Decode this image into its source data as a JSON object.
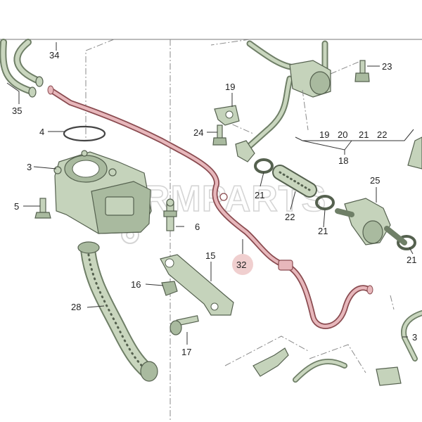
{
  "watermark": "RMPARTS",
  "highlight_color": "#f0cfcf",
  "labels": {
    "l34": "34",
    "l35": "35",
    "l4": "4",
    "l3": "3",
    "l5": "5",
    "l19a": "19",
    "l24": "24",
    "l23": "23",
    "l19b": "19",
    "l20": "20",
    "l21a": "21",
    "l22a": "22",
    "l18": "18",
    "l21b": "21",
    "l22b": "22",
    "l21c": "21",
    "l25": "25",
    "l21d": "21",
    "l6": "6",
    "l15": "15",
    "l32": "32",
    "l16": "16",
    "l28": "28",
    "l17": "17",
    "l3x": "3"
  }
}
